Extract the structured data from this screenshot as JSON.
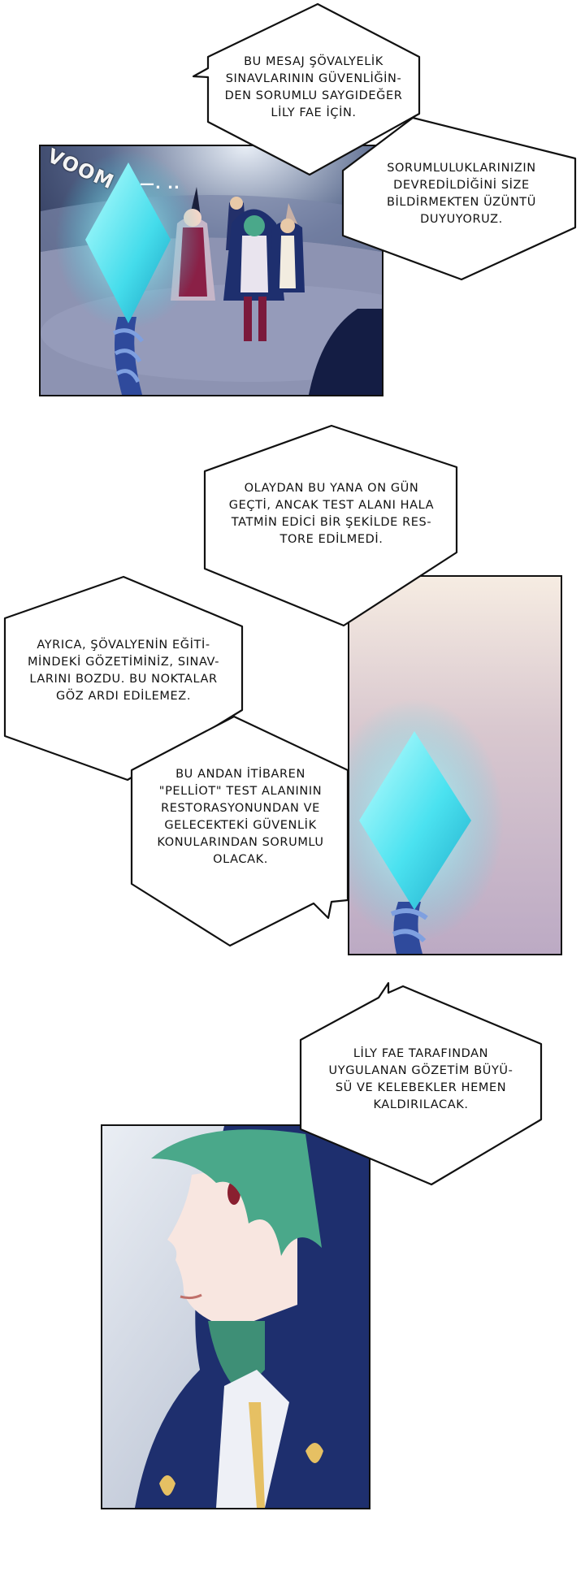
{
  "sfx": {
    "voom": "VOOM",
    "trail": "—. .."
  },
  "bubbles": [
    {
      "id": "b1",
      "text": "BU MESAJ ŞÖVALYELİK\nSINAVLARININ GÜVENLİĞİN-\nDEN SORUMLU SAYGIDEĞER\nLİLY FAE İÇİN."
    },
    {
      "id": "b2",
      "text": "SORUMLULUKLARINIZIN\nDEVREDİLDİĞİNİ SİZE\nBİLDİRMEKTEN ÜZÜNTÜ\nDUYUYORUZ."
    },
    {
      "id": "b3",
      "text": "OLAYDAN BU YANA ON GÜN\nGEÇTİ, ANCAK TEST ALANI HALA\nTATMİN EDİCİ BİR ŞEKİLDE RES-\nTORE EDİLMEDİ."
    },
    {
      "id": "b4",
      "text": "AYRICA, ŞÖVALYENİN EĞİTİ-\nMİNDEKİ GÖZETİMİNİZ, SINAV-\nLARINI BOZDU. BU NOKTALAR\nGÖZ ARDI EDİLEMEZ."
    },
    {
      "id": "b5",
      "text": "BU ANDAN İTİBAREN\n\"PELLİOT\" TEST ALANININ\nRESTORASYONUNDAN VE\nGELECEKTEKİ GÜVENLİK\nKONULARINDAN SORUMLU\nOLACAK."
    },
    {
      "id": "b6",
      "text": "LİLY FAE TARAFINDAN\nUYGULANAN GÖZETİM BÜYÜ-\nSÜ VE KELEBEKLER HEMEN\nKALDIRILACAK."
    }
  ],
  "colors": {
    "crystal": "#4fe8f0",
    "cloak": "#1e2f6e",
    "hair": "#4aa88a",
    "ink": "#111111"
  }
}
